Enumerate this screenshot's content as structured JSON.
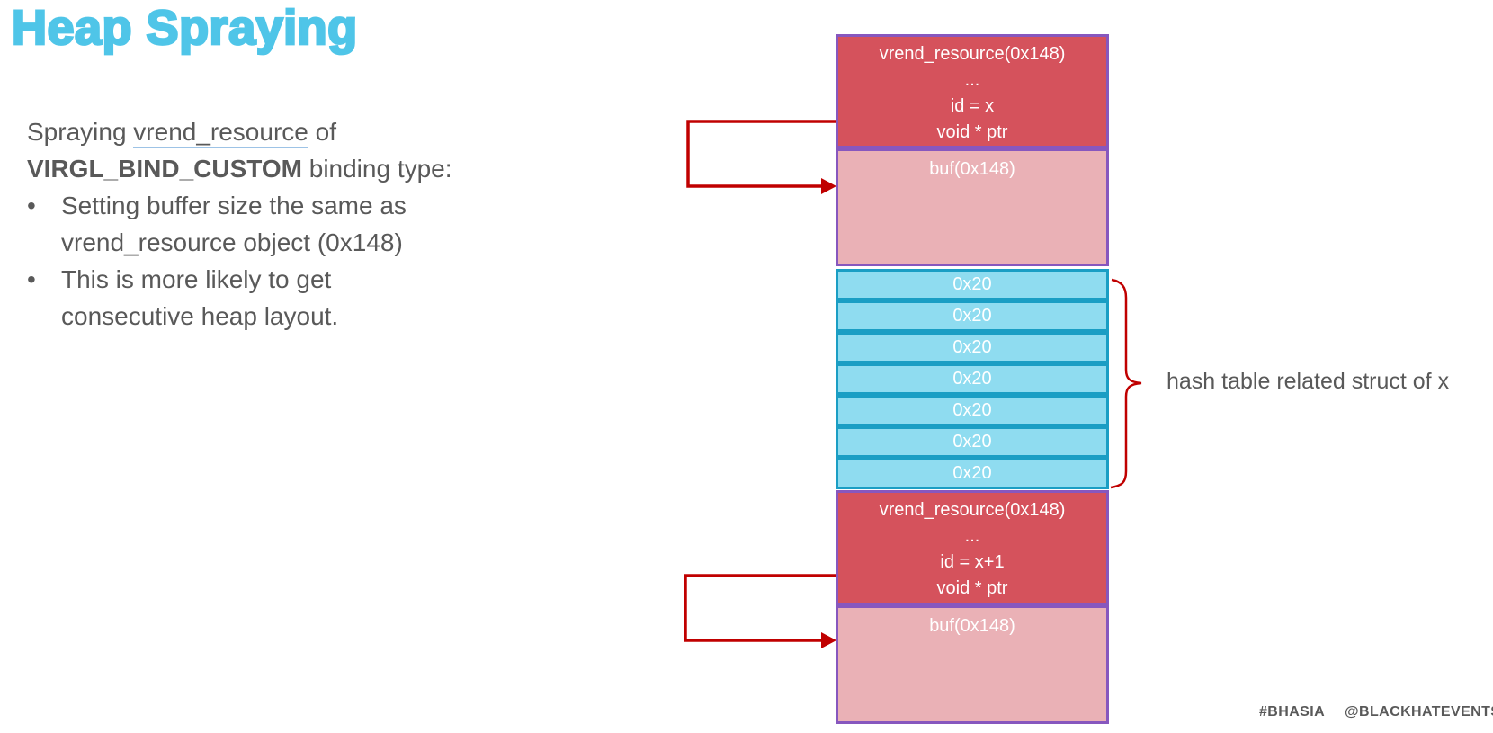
{
  "slide": {
    "title": "Heap Spraying",
    "intro": {
      "prefix": "Spraying ",
      "underlined": "vrend_resource",
      "suffix": " of",
      "bold": "VIRGL_BIND_CUSTOM",
      "bold_suffix": " binding type:"
    },
    "bullet_glyph": "•",
    "bullets": [
      "Setting buffer size the same as\nvrend_resource object (0x148)",
      "This is more likely to get\nconsecutive heap layout."
    ],
    "footer": {
      "hashtag": "#BHASIA",
      "handle": "@BLACKHATEVENTS"
    }
  },
  "diagram": {
    "vrend1": {
      "name": "vrend_resource(0x148)",
      "dots": "...",
      "id": "id = x",
      "ptr": "void * ptr"
    },
    "buf1": "buf(0x148)",
    "hash_cells": [
      "0x20",
      "0x20",
      "0x20",
      "0x20",
      "0x20",
      "0x20",
      "0x20"
    ],
    "vrend2": {
      "name": "vrend_resource(0x148)",
      "dots": "...",
      "id": "id = x+1",
      "ptr": "void * ptr"
    },
    "buf2": "buf(0x148)",
    "annotation": "hash table related struct of x",
    "colors": {
      "title_cyan": "#4FC5E8",
      "body_gray": "#595959",
      "vrend_red": "#D5525C",
      "buf_pink": "#EAB1B6",
      "purple_border": "#8757BE",
      "cell_cyan_fill": "#8FDCF0",
      "cell_teal_border": "#1A9EC4",
      "arrow_red": "#C00000",
      "underline_blue": "#9DC3E6"
    }
  }
}
